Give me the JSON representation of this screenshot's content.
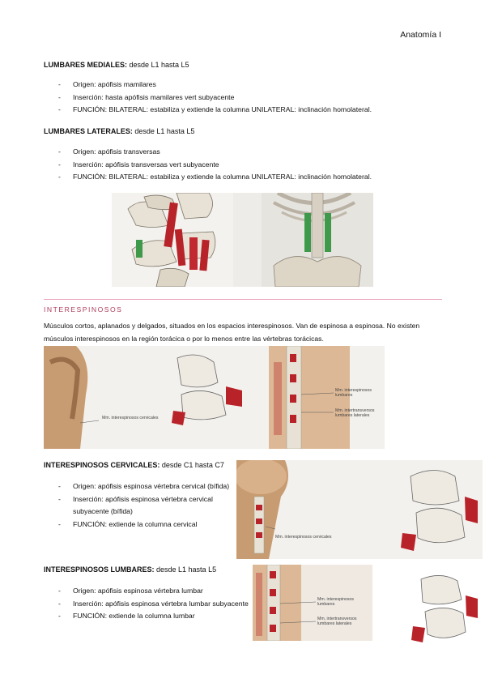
{
  "header": {
    "course": "Anatomía I"
  },
  "lumbares_mediales": {
    "title": "LUMBARES MEDIALES:",
    "range": " desde L1 hasta L5",
    "items": [
      "Origen: apófisis mamilares",
      "Inserción: hasta apófisis mamilares vert subyacente",
      "FUNCIÓN: BILATERAL: estabiliza y extiende la columna UNILATERAL: inclinación homolateral."
    ]
  },
  "lumbares_laterales": {
    "title": "LUMBARES LATERALES:",
    "range": " desde L1 hasta L5",
    "items": [
      "Origen: apófisis transversas",
      "Inserción: apófisis transversas vert subyacente",
      "FUNCIÓN: BILATERAL: estabiliza y extiende la columna UNILATERAL: inclinación homolateral."
    ]
  },
  "interespinosos": {
    "title": "INTERESPINOSOS",
    "paragraph": "Músculos cortos, aplanados y delgados, situados en los espacios interespinosos. Van de espinosa a espinosa. No existen músculos interespinosos en la región torácica o por lo menos entre las vértebras torácicas.",
    "figure_labels": {
      "cervical": "Mm. interespinosos cervicales",
      "lumbar": "Mm. interespinosos lumbares",
      "intertransversos": "Mm. intertransversos lumbares laterales"
    }
  },
  "interespinosos_cervicales": {
    "title": "INTERESPINOSOS CERVICALES:",
    "range": " desde C1 hasta C7",
    "items": [
      "Origen: apófisis espinosa vértebra cervical (bífida)",
      "Inserción: apófisis espinosa vértebra cervical subyacente (bífida)",
      "FUNCIÓN: extiende la columna cervical"
    ],
    "figure_label": "Mm. interespinosos cervicales"
  },
  "interespinosos_lumbares": {
    "title": "INTERESPINOSOS LUMBARES:",
    "range": " desde L1 hasta L5",
    "items": [
      "Origen: apófisis espinosa vértebra lumbar",
      "Inserción: apófisis espinosa vértebra lumbar subyacente",
      "FUNCIÓN: extiende la columna lumbar"
    ],
    "figure_labels": {
      "lumbar": "Mm. interespinosos lumbares",
      "intertransversos": "Mm. intertransversos lumbares laterales"
    }
  },
  "colors": {
    "accent_pink": "#e7a3b8",
    "muscle_red": "#b8232a",
    "muscle_green": "#3e9a4a",
    "bone": "#e8e2d6"
  }
}
